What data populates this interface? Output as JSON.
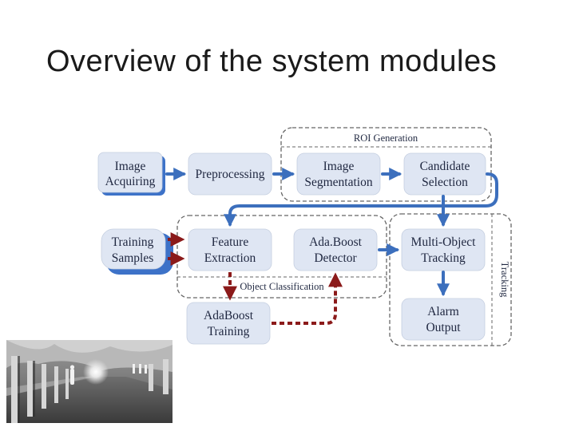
{
  "slide": {
    "title": "Overview of the system modules"
  },
  "groups": {
    "roi": "ROI Generation",
    "classification": "Object Classification",
    "tracking": "Tracking"
  },
  "nodes": {
    "image_acquiring": [
      "Image",
      "Acquiring"
    ],
    "preprocessing": [
      "Preprocessing"
    ],
    "image_segmentation": [
      "Image",
      "Segmentation"
    ],
    "candidate_selection": [
      "Candidate",
      "Selection"
    ],
    "training_samples": [
      "Training",
      "Samples"
    ],
    "feature_extraction": [
      "Feature",
      "Extraction"
    ],
    "adaboost_detector": [
      "Ada.Boost",
      "Detector"
    ],
    "multi_object_tracking": [
      "Multi-Object",
      "Tracking"
    ],
    "adaboost_training": [
      "AdaBoost",
      "Training"
    ],
    "alarm_output": [
      "Alarm",
      "Output"
    ]
  },
  "colors": {
    "box_fill": "#dfe6f3",
    "box_shadow": "#3d72c8",
    "solid_arrow": "#3c6fbd",
    "dashed_arrow": "#8b1a1a",
    "group_border": "#666666"
  }
}
